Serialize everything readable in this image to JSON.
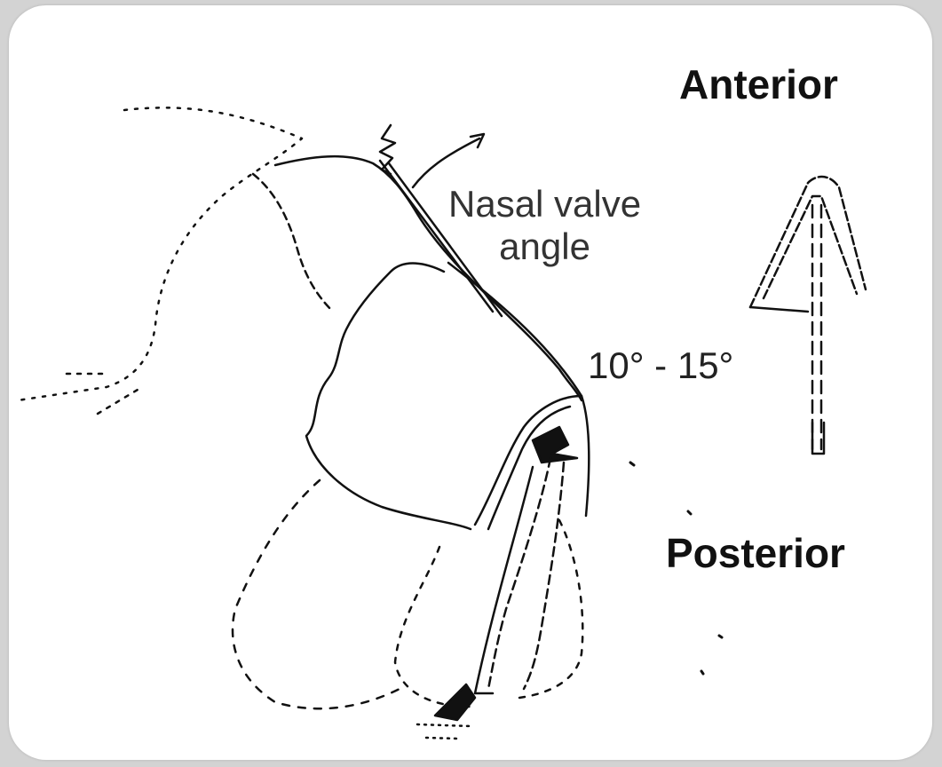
{
  "labels": {
    "anterior": "Anterior",
    "posterior": "Posterior",
    "valve_line1": "Nasal valve",
    "valve_line2": "angle",
    "angle_range": "10° - 15°"
  },
  "colors": {
    "ink": "#111111",
    "background": "#ffffff",
    "border": "#d3d3d3"
  }
}
